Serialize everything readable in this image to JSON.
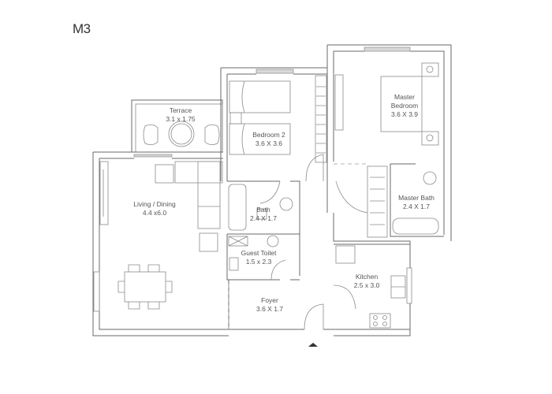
{
  "plan": {
    "unit_name": "M3",
    "rooms": [
      {
        "id": "terrace",
        "name": "Terrace",
        "size": "3.1 x 1.75"
      },
      {
        "id": "bedroom2",
        "name": "Bedroom 2",
        "size": "3.6 X 3.6"
      },
      {
        "id": "master-bedroom",
        "name_line1": "Master",
        "name_line2": "Bedroom",
        "size": "3.6 X 3.9"
      },
      {
        "id": "living-dining",
        "name": "Living / Dining",
        "size": "4.4 x6.0"
      },
      {
        "id": "bath",
        "name": "Bath",
        "size": "2.4 X 1.7"
      },
      {
        "id": "master-bath",
        "name": "Master Bath",
        "size": "2.4 X 1.7"
      },
      {
        "id": "guest-toilet",
        "name": "Guest Toilet",
        "size": "1.5 x 2.3"
      },
      {
        "id": "kitchen",
        "name": "Kitchen",
        "size": "2.5 x 3.0"
      },
      {
        "id": "foyer",
        "name": "Foyer",
        "size": "3.6 X 1.7"
      }
    ],
    "entrance_marker": "entrance-arrow",
    "colors": {
      "wall": "#6a6a6a",
      "text": "#555555",
      "window_fill": "#d8d8d8"
    }
  }
}
